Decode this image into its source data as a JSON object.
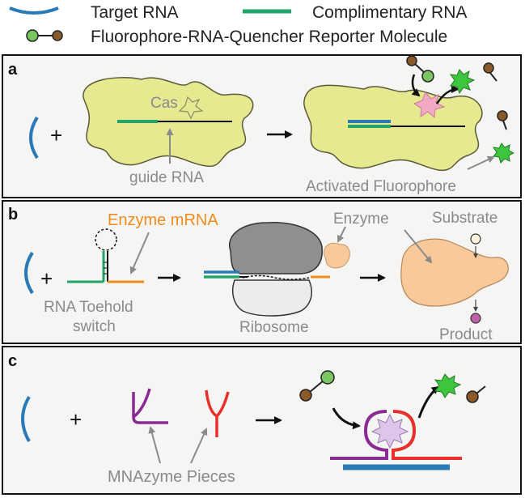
{
  "legend": {
    "target_rna": "Target RNA",
    "complementary_rna": "Complimentary RNA",
    "reporter": "Fluorophore-RNA-Quencher Reporter Molecule"
  },
  "panel_a": {
    "letter": "a",
    "plus": "+",
    "cas": "Cas",
    "guide_rna": "guide RNA",
    "activated": "Activated Fluorophore"
  },
  "panel_b": {
    "letter": "b",
    "plus": "+",
    "enzyme_mrna": "Enzyme mRNA",
    "toehold_line1": "RNA Toehold",
    "toehold_line2": "switch",
    "ribosome": "Ribosome",
    "enzyme": "Enzyme",
    "substrate": "Substrate",
    "product": "Product"
  },
  "panel_c": {
    "letter": "c",
    "plus": "+",
    "mnazyme": "MNAzyme Pieces"
  },
  "colors": {
    "target": "#2a7ab8",
    "complementary": "#22a46a",
    "orange": "#f08c1e",
    "cas_fill": "#e6e98f",
    "fluor_green": "#3ec53e",
    "quencher_brown": "#8b5a2b",
    "reporter_green": "#7cc563",
    "enzyme_fill": "#f8c99a",
    "ribosome_dark": "#8f8f8f",
    "ribosome_light": "#ececec",
    "purple": "#8a2b94",
    "red": "#e8302a",
    "pink_star": "#f2a9c4",
    "lavender_star": "#dcc6ea",
    "grey_text": "#8a8a8a",
    "panel_bg": "#f5f5f3"
  }
}
